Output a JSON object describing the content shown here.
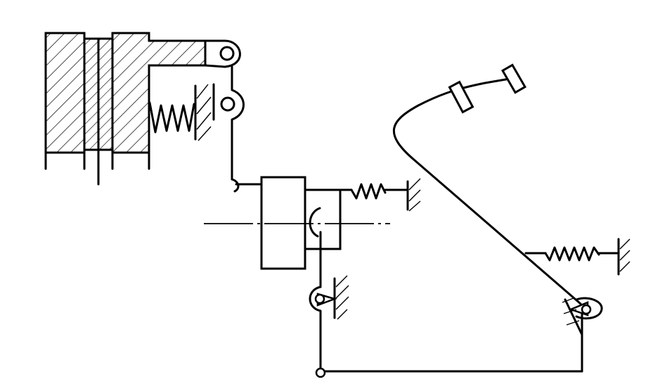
{
  "diagram": {
    "type": "mechanical-schematic",
    "colors": {
      "ink": "#000000",
      "background": "#ffffff"
    },
    "components": [
      "clutch-disc-pack",
      "pressure-plate-lever",
      "pressure-spring",
      "release-bearing",
      "return-spring",
      "clutch-pedal",
      "pedal-return-spring",
      "linkage-rod",
      "fixed-pivots"
    ]
  }
}
